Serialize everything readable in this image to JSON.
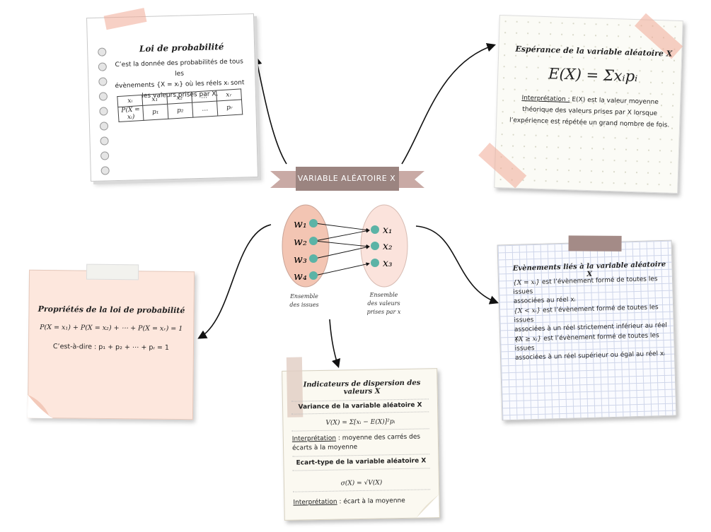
{
  "center": {
    "title": "VARIABLE ALÉATOIRE X"
  },
  "diagram": {
    "omega": [
      "w₁",
      "w₂",
      "w₃",
      "w₄"
    ],
    "values": [
      "x₁",
      "x₂",
      "x₃"
    ],
    "left_label": [
      "Ensemble",
      "des issues"
    ],
    "right_label": [
      "Ensemble",
      "des valeurs",
      "prises par x"
    ]
  },
  "loi": {
    "title": "Loi de probabilité",
    "text_lines": [
      "C’est la donnée des probabilités de tous les",
      "évènements {X = xᵢ} où les réels xᵢ sont",
      "les valeurs prises par X."
    ],
    "table": {
      "row1": [
        "xᵢ",
        "x₁",
        "x₂",
        "…",
        "xᵣ"
      ],
      "row2": [
        "P(X = xᵢ)",
        "p₁",
        "p₂",
        "…",
        "pᵣ"
      ]
    }
  },
  "esperance": {
    "title": "Espérance de la variable aléatoire X",
    "formula": "E(X) = Σxᵢpᵢ",
    "interp_label": "Interprétation :",
    "interp_lines": [
      "E(X) est la valeur moyenne",
      "théorique des valeurs prises par X lorsque",
      "l’expérience est répétée un grand nombre de fois."
    ]
  },
  "proprietes": {
    "title": "Propriétés de la loi de probabilité",
    "formula1": "P(X = x₁) + P(X = x₂) + ⋯ + P(X = xᵣ) = 1",
    "formula2": "C’est-à-dire : p₁ + p₂ + ⋯ + pᵣ = 1"
  },
  "evenements": {
    "title": "Evènements liés à la variable aléatoire X",
    "items": [
      {
        "expr": "{X = xᵢ}",
        "line1": " est l’évènement formé de toutes les issues",
        "line2": "associées au réel xᵢ"
      },
      {
        "expr": "{X < xᵢ}",
        "line1": " est l’évènement formé de toutes les issues",
        "line2": "associées à un réel strictement inférieur au réel xᵢ"
      },
      {
        "expr": "{X ≥ xᵢ}",
        "line1": " est l’évènement formé de toutes les issues",
        "line2": "associées à un réel supérieur ou égal au réel xᵢ"
      }
    ]
  },
  "dispersion": {
    "title": "Indicateurs de dispersion des valeurs X",
    "variance_heading": "Variance de la variable aléatoire X",
    "variance_formula": "V(X) = Σ[xᵢ − E(X)]²pᵢ",
    "variance_interp_label": "Interprétation",
    "variance_interp_line1": " : moyenne des carrés des",
    "variance_interp_line2": "écarts à la moyenne",
    "ecart_heading": "Ecart-type de la variable aléatoire X",
    "ecart_formula": "σ(X) = √V(X)",
    "ecart_interp_label": "Interprétation",
    "ecart_interp_text": " : écart à la moyenne"
  }
}
